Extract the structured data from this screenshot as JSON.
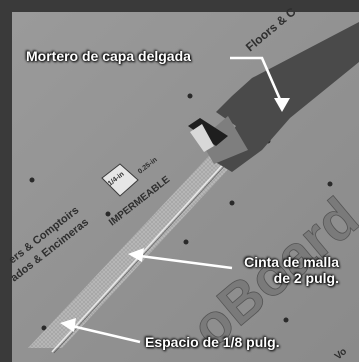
{
  "board": {
    "brand_partial": "Floors & C",
    "brand_logo_partial": "oBoard",
    "bottom_partial": "Vo",
    "print_lines": [
      "ers & Comptoirs",
      "ados & Encimeras"
    ],
    "impermeable": "IMPERMEABLE",
    "thickness_badge": "1/4-in",
    "thickness_side": "0.25-in"
  },
  "callouts": {
    "mortar": "Mortero de capa delgada",
    "mesh_line1": "Cinta de malla",
    "mesh_line2": "de 2 pulg.",
    "gap": "Espacio de 1/8 pulg."
  }
}
